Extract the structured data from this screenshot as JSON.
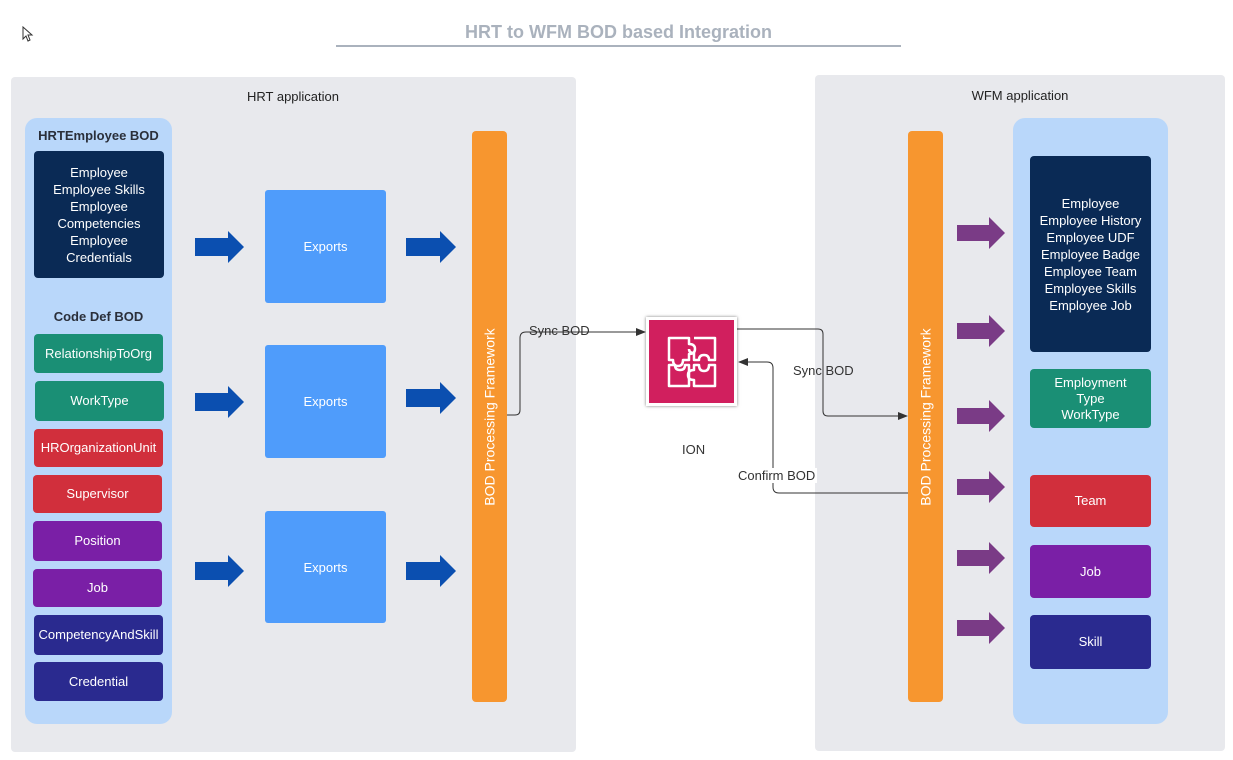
{
  "title": "HRT to WFM BOD based Integration",
  "hrt": {
    "label": "HRT application",
    "employee_bod": {
      "title": "HRTEmployee BOD",
      "lines": [
        "Employee",
        "Employee Skills",
        "Employee",
        "Competencies",
        "Employee",
        "Credentials"
      ]
    },
    "code_def_bod": {
      "title": "Code Def BOD",
      "items": [
        {
          "label": "RelationshipToOrg",
          "color": "#1a8f75"
        },
        {
          "label": "WorkType",
          "color": "#1a8f75"
        },
        {
          "label": "HROrganizationUnit",
          "color": "#d12f3c"
        },
        {
          "label": "Supervisor",
          "color": "#d12f3c"
        },
        {
          "label": "Position",
          "color": "#7a1fa6"
        },
        {
          "label": "Job",
          "color": "#7a1fa6"
        },
        {
          "label": "CompetencyAndSkill",
          "color": "#2a2a8f"
        },
        {
          "label": "Credential",
          "color": "#2a2a8f"
        }
      ]
    },
    "exports": [
      "Exports",
      "Exports",
      "Exports"
    ],
    "framework_label": "BOD Processing Framework"
  },
  "ion": {
    "label": "ION",
    "sync_bod_in": "Sync BOD",
    "sync_bod_out": "Sync BOD",
    "confirm_bod": "Confirm BOD"
  },
  "wfm": {
    "label": "WFM application",
    "framework_label": "BOD Processing Framework",
    "employee_box": {
      "lines": [
        "Employee",
        "Employee History",
        "Employee UDF",
        "Employee Badge",
        "Employee Team",
        "Employee Skills",
        "Employee Job"
      ]
    },
    "employment_box": {
      "lines": [
        "Employment",
        "Type",
        "WorkType"
      ]
    },
    "items": [
      {
        "label": "Team",
        "color": "#d12f3c"
      },
      {
        "label": "Job",
        "color": "#7a1fa6"
      },
      {
        "label": "Skill",
        "color": "#2a2a8f"
      }
    ]
  },
  "colors": {
    "hrt_arrow": "#0b4fb0",
    "wfm_arrow": "#7a3b86",
    "framework": "#f7962f",
    "ion": "#d11f5e",
    "exports": "#4f9cfb"
  }
}
